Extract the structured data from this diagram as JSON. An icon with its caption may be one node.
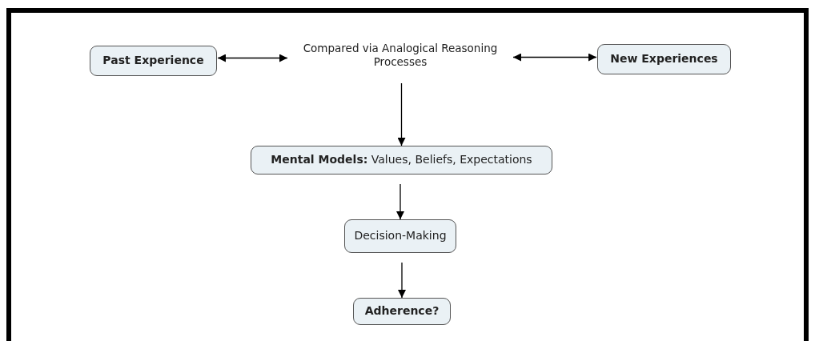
{
  "diagram": {
    "nodes": [
      {
        "text": [
          "Past Experience"
        ]
      },
      {
        "text": [
          "Compared via Analogical Reasoning Processes"
        ]
      },
      {
        "text": [
          "New Experiences"
        ]
      },
      {
        "text": [
          "**Mental Models:** Values, Beliefs, Expectations"
        ]
      },
      {
        "text": [
          "Decision-Making"
        ]
      },
      {
        "text": [
          "Adherence?"
        ]
      }
    ],
    "edges": [
      {
        "from": 0,
        "to": 1,
        "arrow": "both"
      },
      {
        "from": 1,
        "to": 2,
        "arrow": "both"
      },
      {
        "from": 1,
        "to": 3,
        "arrow": "to"
      },
      {
        "from": 3,
        "to": 4,
        "arrow": "to"
      },
      {
        "from": 4,
        "to": 5,
        "arrow": "to"
      }
    ]
  }
}
